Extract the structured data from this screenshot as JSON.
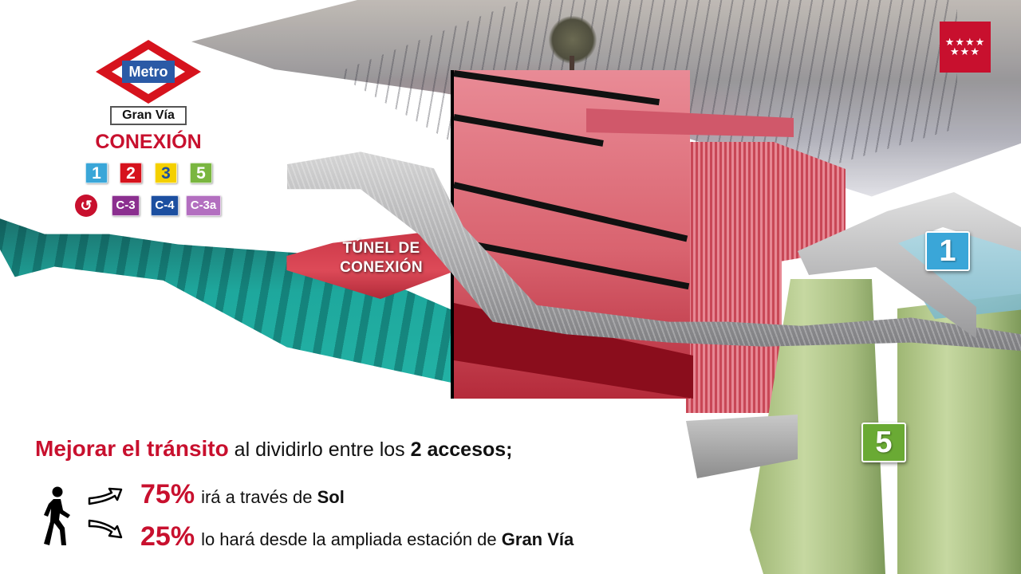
{
  "brand": {
    "metro_logo_text": "Metro",
    "station_name": "Gran Vía",
    "region_logo": {
      "stars": "★★★★\n★★★",
      "color": "#c8102e"
    }
  },
  "connections": {
    "title": "CONEXIÓN",
    "metro_lines": [
      {
        "label": "1",
        "color": "#3aa6d8",
        "text_color": "#ffffff"
      },
      {
        "label": "2",
        "color": "#d6131d",
        "text_color": "#ffffff"
      },
      {
        "label": "3",
        "color": "#f4d000",
        "text_color": "#1c4fa0"
      },
      {
        "label": "5",
        "color": "#7ab640",
        "text_color": "#ffffff"
      }
    ],
    "cercanias_icon": "cercanias-icon",
    "cercanias_lines": [
      {
        "label": "C-3",
        "color": "#8b2f8f"
      },
      {
        "label": "C-4",
        "color": "#1c4fa0"
      },
      {
        "label": "C-3a",
        "color": "#b36fc0"
      }
    ]
  },
  "scene": {
    "tunnel_label_line1": "TÚNEL DE",
    "tunnel_label_line2": "CONEXIÓN",
    "platform_badges": [
      {
        "label": "1",
        "color": "#3aa6d8"
      },
      {
        "label": "5",
        "color": "#6aaa34"
      }
    ],
    "colors": {
      "connection_tunnel": "#d94452",
      "station_box": "#e06b78",
      "existing_tunnel": "#1fa89c",
      "line1_platform": "#8fc3d3",
      "line5_platform": "#b5cc8c"
    }
  },
  "caption": {
    "headline_red": "Mejorar el tránsito",
    "headline_mid": " al dividirlo entre los ",
    "headline_bold": "2 accesos;",
    "icons": [
      "walking-person-icon",
      "arrow-up-right-icon",
      "arrow-down-right-icon"
    ],
    "stats": [
      {
        "percent": "75%",
        "text": "irá a través de ",
        "bold": "Sol"
      },
      {
        "percent": "25%",
        "text": "lo hará desde la ampliada estación de ",
        "bold": "Gran Vía"
      }
    ]
  }
}
